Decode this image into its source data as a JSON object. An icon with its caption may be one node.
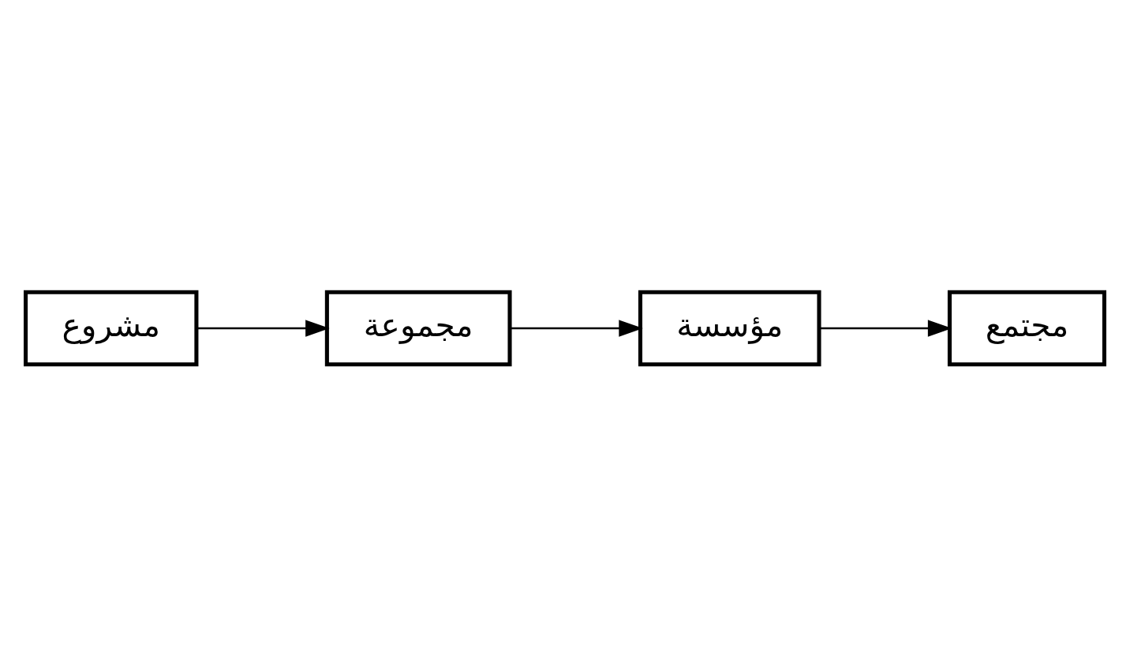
{
  "diagram": {
    "nodes": [
      {
        "text": [
          "مجتمع"
        ]
      },
      {
        "text": [
          "مؤسسة"
        ]
      },
      {
        "text": [
          "مجموعة"
        ]
      },
      {
        "text": [
          "مشروع"
        ]
      }
    ],
    "edges": [
      {
        "from": 3,
        "to": 2,
        "arrow": "to"
      },
      {
        "from": 2,
        "to": 1,
        "arrow": "to"
      },
      {
        "from": 1,
        "to": 0,
        "arrow": "to"
      }
    ]
  }
}
